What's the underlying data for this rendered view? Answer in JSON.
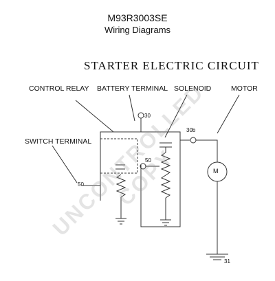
{
  "header": {
    "code": "M93R3003SE",
    "subtitle": "Wiring Diagrams"
  },
  "diagram": {
    "title": "STARTER ELECTRIC CIRCUIT",
    "labels": {
      "control_relay": "CONTROL RELAY",
      "battery_terminal": "BATTERY TERMINAL",
      "solenoid": "SOLENOID",
      "motor": "MOTOR",
      "switch_terminal": "SWITCH TERMINAL"
    },
    "terminals": {
      "t30": "30",
      "t30b": "30b",
      "t50": "50",
      "t50a": "50",
      "t31": "31",
      "motor": "M"
    }
  },
  "watermark": "UNCONTROLLED COPY",
  "colors": {
    "line": "#333333",
    "text": "#111111",
    "watermark": "#969696"
  }
}
